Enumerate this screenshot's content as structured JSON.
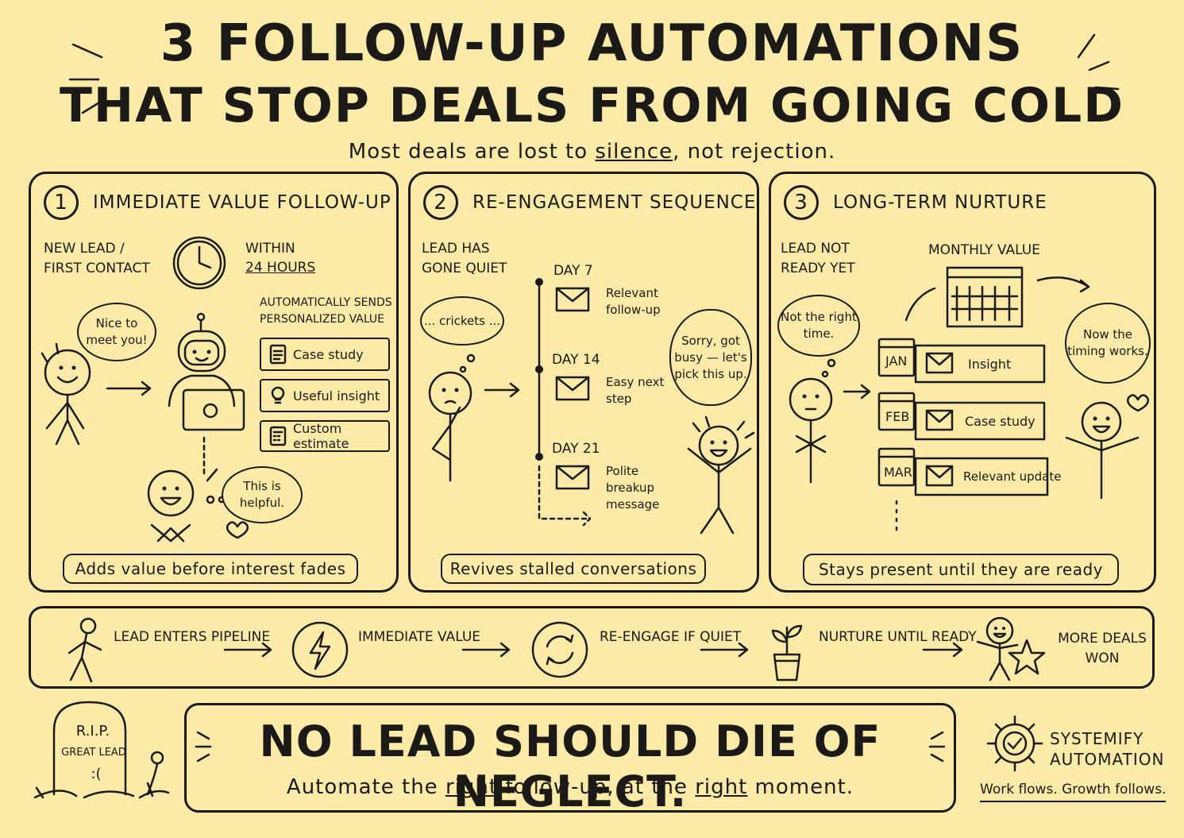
{
  "header": {
    "title_line1": "3 FOLLOW-UP AUTOMATIONS",
    "title_line2": "THAT STOP DEALS FROM GOING COLD",
    "subtitle_before": "Most deals are lost to ",
    "subtitle_emph": "silence",
    "subtitle_after": ", not rejection."
  },
  "panel1": {
    "number": "1",
    "title": "IMMEDIATE VALUE FOLLOW-UP",
    "lead_label": "NEW LEAD / FIRST CONTACT",
    "within_label": "WITHIN",
    "hours_label": "24 HOURS",
    "speech": "Nice to meet you!",
    "sends_label": "AUTOMATICALLY SENDS PERSONALIZED VALUE",
    "items": [
      {
        "label": "Case study",
        "icon": "document-icon"
      },
      {
        "label": "Useful insight",
        "icon": "lightbulb-icon"
      },
      {
        "label": "Custom estimate",
        "icon": "calculator-icon"
      }
    ],
    "thought": "This is helpful.",
    "footer": "Adds value before interest fades"
  },
  "panel2": {
    "number": "2",
    "title": "RE-ENGAGEMENT SEQUENCE",
    "lead_label": "LEAD HAS GONE QUIET",
    "thought": "... crickets ...",
    "steps": [
      {
        "day": "DAY 7",
        "text": "Relevant follow-up"
      },
      {
        "day": "DAY 14",
        "text": "Easy next step"
      },
      {
        "day": "DAY 21",
        "text": "Polite breakup message"
      }
    ],
    "reply": "Sorry, got busy — let's pick this up.",
    "footer": "Revives stalled conversations"
  },
  "panel3": {
    "number": "3",
    "title": "LONG-TERM NURTURE",
    "lead_label": "LEAD NOT READY YET",
    "monthly_label": "MONTHLY VALUE",
    "thought": "Not the right time.",
    "months": [
      {
        "month": "JAN",
        "text": "Insight"
      },
      {
        "month": "FEB",
        "text": "Case study"
      },
      {
        "month": "MAR",
        "text": "Relevant update"
      }
    ],
    "reply": "Now the timing works.",
    "footer": "Stays present until they are ready"
  },
  "flow": [
    {
      "label": "LEAD ENTERS PIPELINE",
      "icon": "walking-person-icon"
    },
    {
      "label": "IMMEDIATE VALUE",
      "icon": "lightning-icon"
    },
    {
      "label": "RE-ENGAGE IF QUIET",
      "icon": "refresh-icon"
    },
    {
      "label": "NURTURE UNTIL READY",
      "icon": "plant-icon"
    },
    {
      "label": "MORE DEALS WON",
      "icon": "star-person-icon"
    }
  ],
  "tombstone": {
    "line1": "R.I.P.",
    "line2": "GREAT LEAD",
    "line3": ":("
  },
  "banner": {
    "headline": "NO LEAD SHOULD DIE OF NEGLECT.",
    "sub_1": "Automate the ",
    "sub_2": "right",
    "sub_3": " follow-up, at the ",
    "sub_4": "right",
    "sub_5": " moment."
  },
  "brand": {
    "name_line1": "SYSTEMIFY",
    "name_line2": "AUTOMATION",
    "tagline": "Work flows. Growth follows."
  },
  "colors": {
    "background": "#fbeaa8",
    "ink": "#1c1a16"
  }
}
